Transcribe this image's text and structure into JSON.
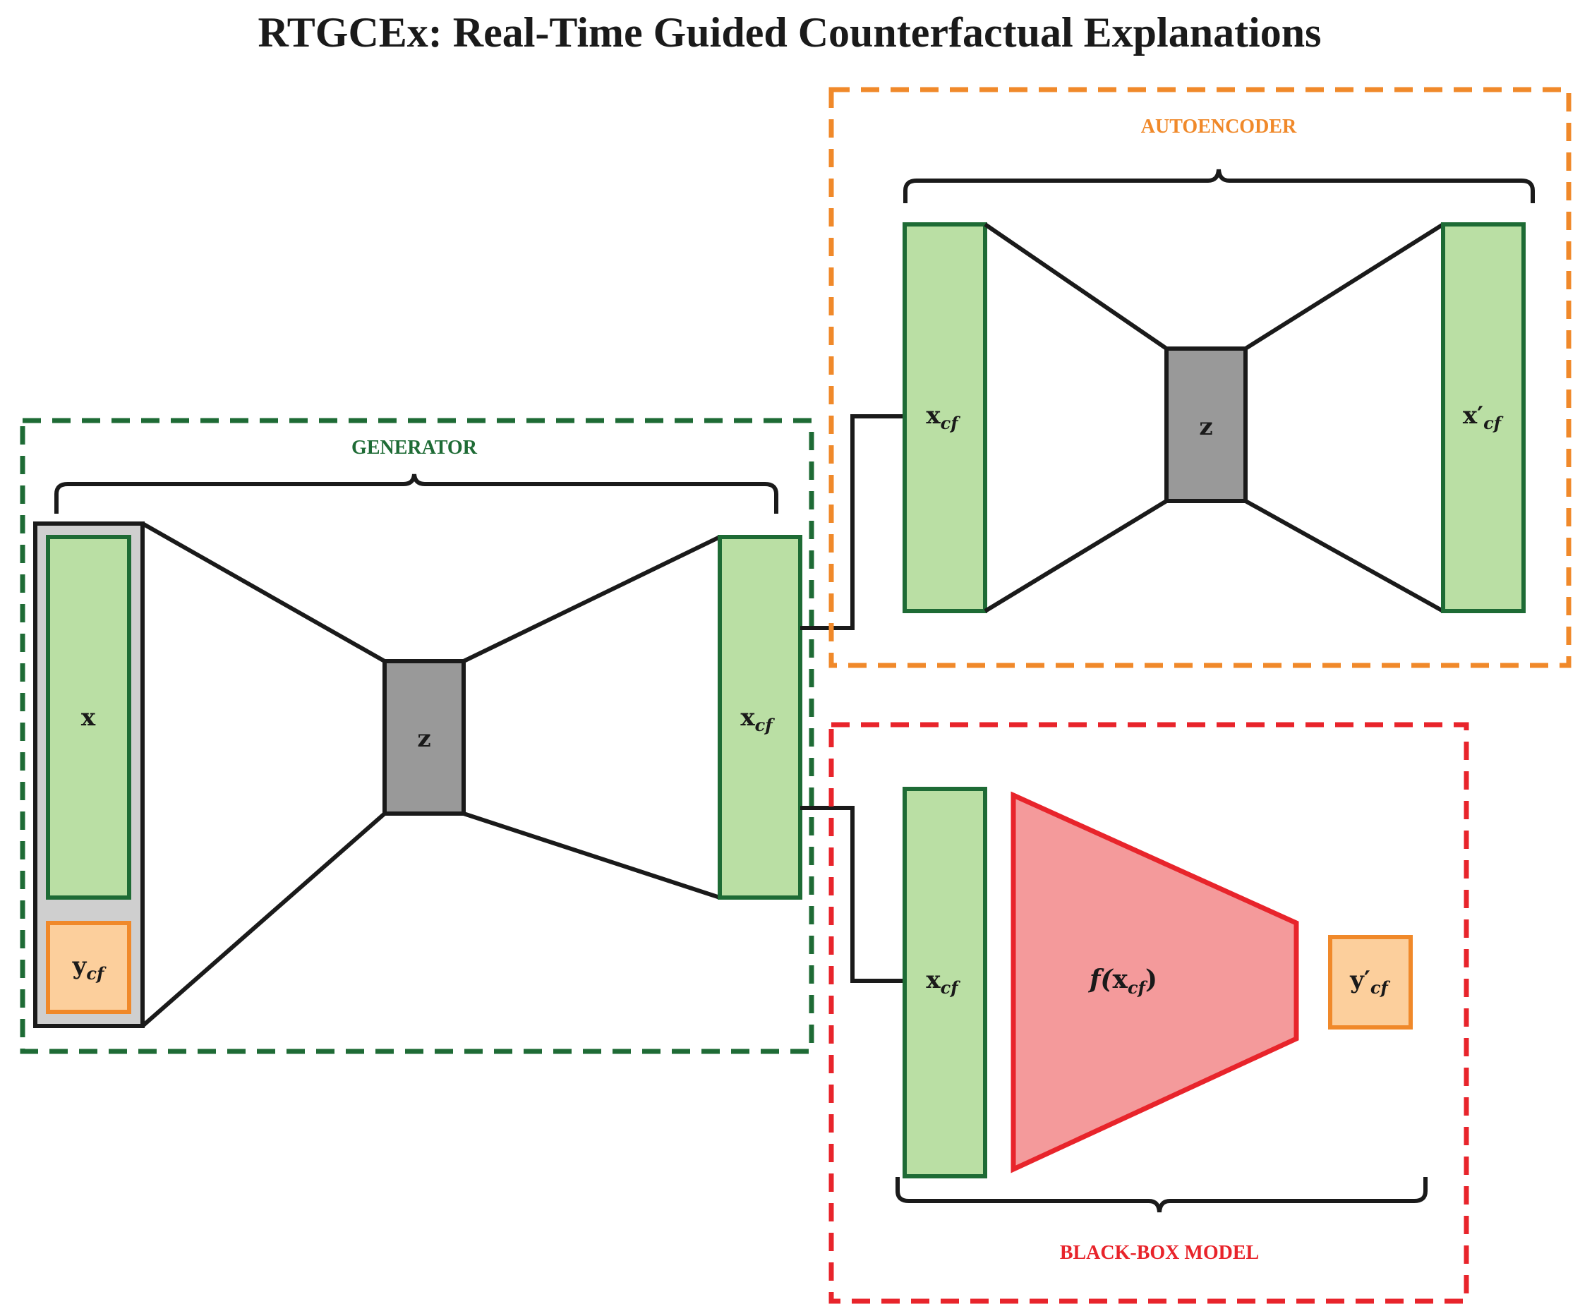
{
  "title": "RTGCEx: Real-Time Guided Counterfactual Explanations",
  "sections": {
    "generator": {
      "label": "GENERATOR",
      "input_x": "x",
      "input_y": "y",
      "input_y_sub": "cf",
      "latent": "z",
      "output": "x",
      "output_sub": "cf"
    },
    "autoencoder": {
      "label": "AUTOENCODER",
      "input": "x",
      "input_sub": "cf",
      "latent": "z",
      "output": "x′",
      "output_sub": "cf"
    },
    "blackbox": {
      "label": "BLACK-BOX MODEL",
      "input": "x",
      "input_sub": "cf",
      "function_prefix": "f(",
      "function_arg": "x",
      "function_arg_sub": "cf",
      "function_suffix": ")",
      "output": "y′",
      "output_sub": "cf"
    }
  },
  "colors": {
    "generator": "#1e6b35",
    "autoencoder": "#f0892a",
    "blackbox": "#e8242b",
    "layer_fill": "#badfa4",
    "latent_fill": "#999999",
    "label_fill": "#fccf9c",
    "model_fill": "#f49a9b",
    "stack_fill": "#cfcfcf",
    "line": "#1a1a1a"
  }
}
